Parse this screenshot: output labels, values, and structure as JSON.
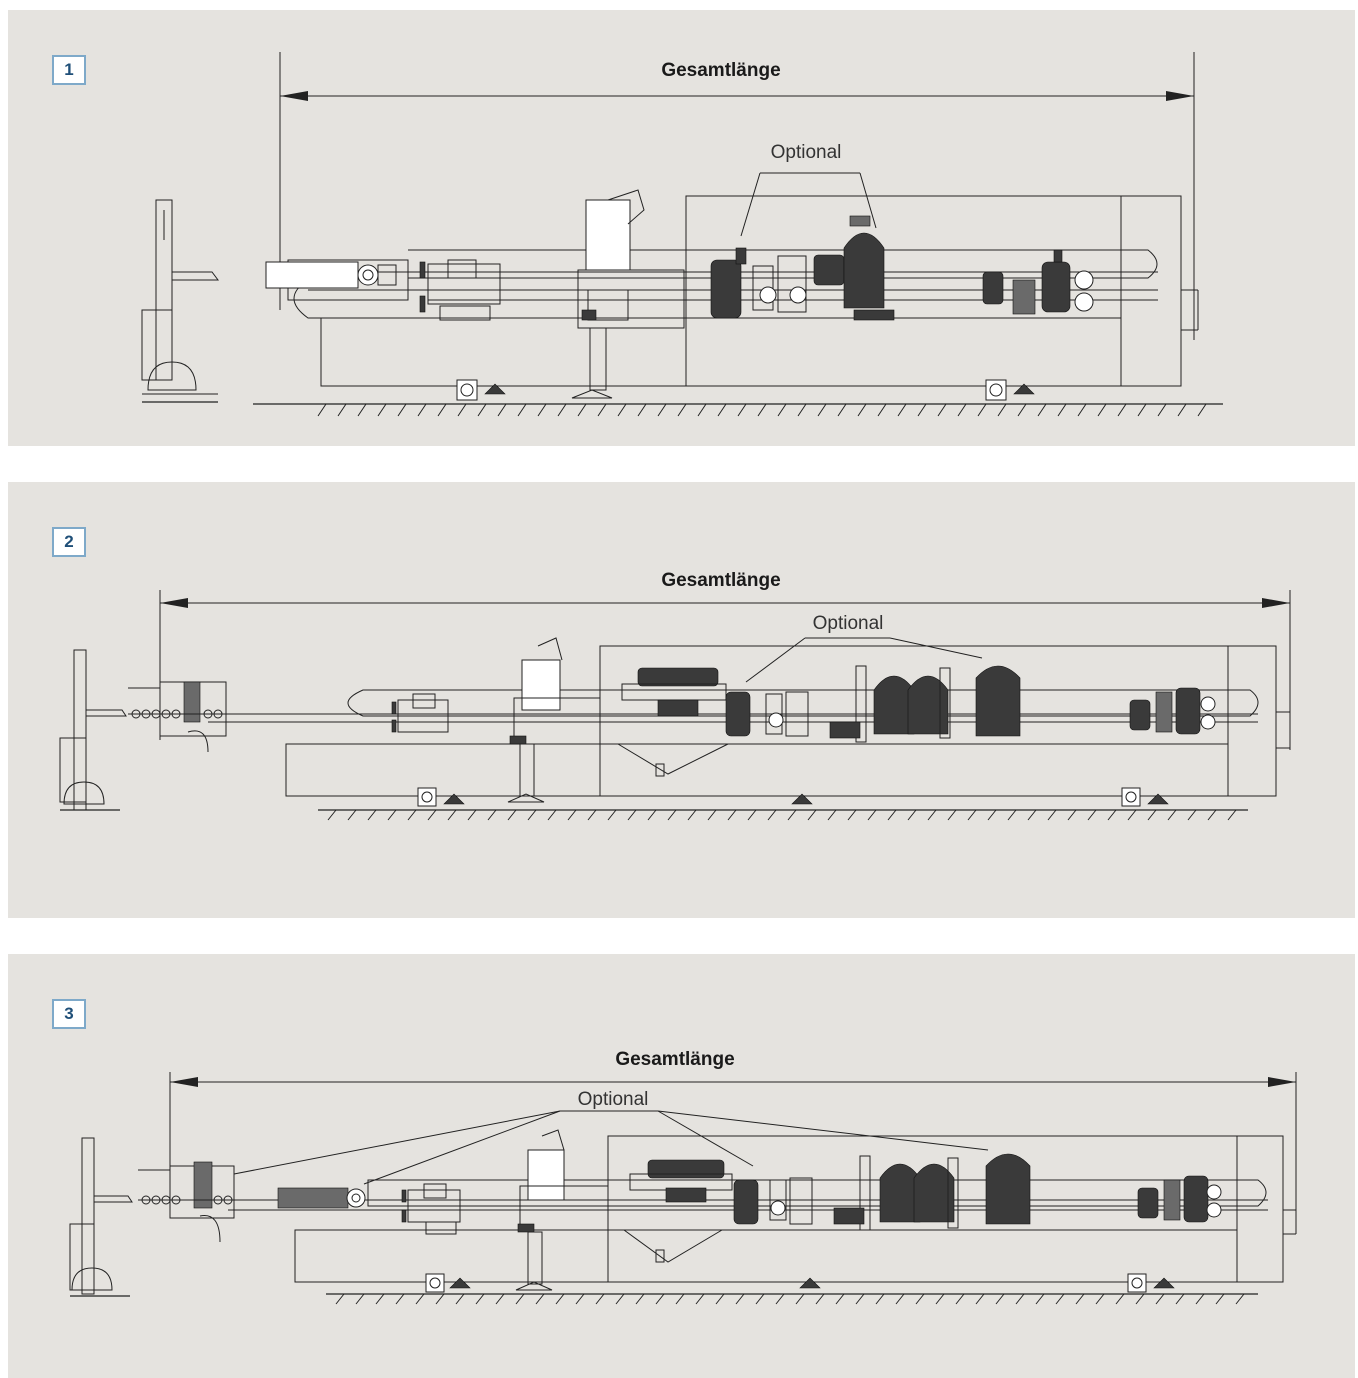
{
  "panels": [
    {
      "id": "1",
      "title": "Gesamtlänge",
      "optional_label": "Optional"
    },
    {
      "id": "2",
      "title": "Gesamtlänge",
      "optional_label": "Optional"
    },
    {
      "id": "3",
      "title": "Gesamtlänge",
      "optional_label": "Optional"
    }
  ]
}
